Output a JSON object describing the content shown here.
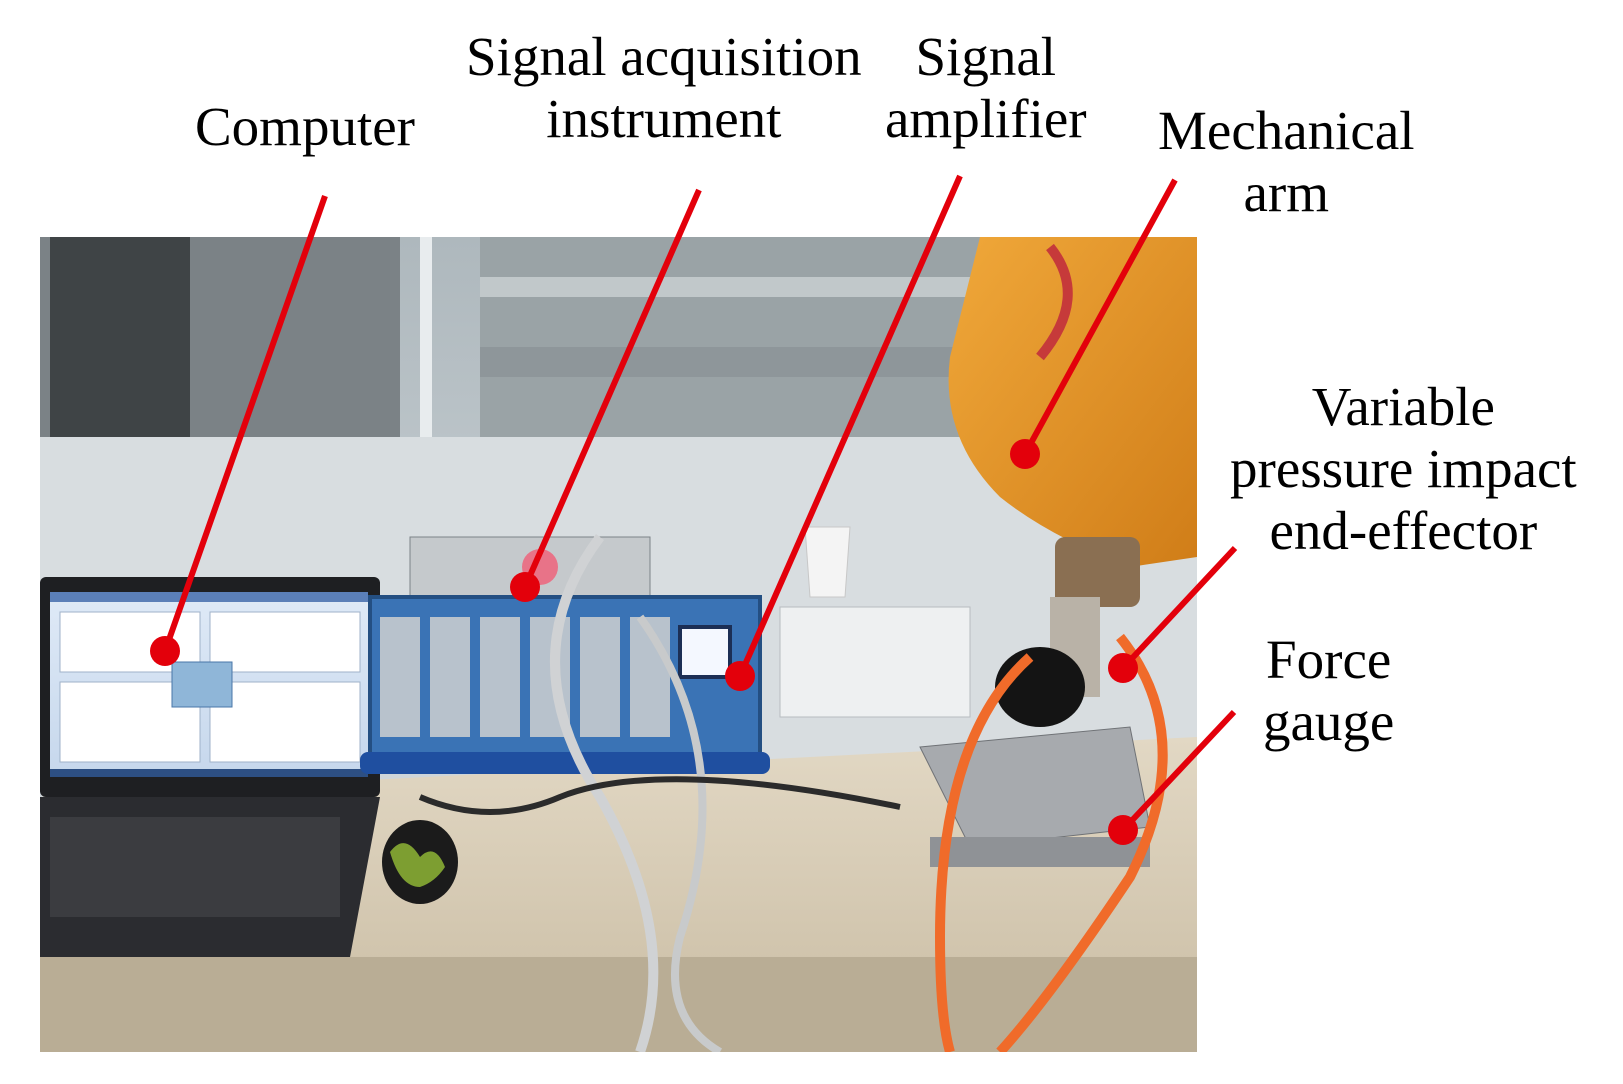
{
  "labels": {
    "computer": [
      "Computer"
    ],
    "signal_acquisition": [
      "Signal acquisition",
      "instrument"
    ],
    "signal_amplifier": [
      "Signal",
      "amplifier"
    ],
    "mechanical_arm": [
      "Mechanical",
      "arm"
    ],
    "end_effector": [
      "Variable",
      "pressure impact",
      "end-effector"
    ],
    "force_gauge": [
      "Force",
      "gauge"
    ]
  },
  "colors": {
    "callout": "#e3000b",
    "arm_orange": "#e99a2c",
    "bench": "#d9cdb6",
    "wall": "#cfd6dc",
    "instrument_blue": "#3a73b5"
  }
}
